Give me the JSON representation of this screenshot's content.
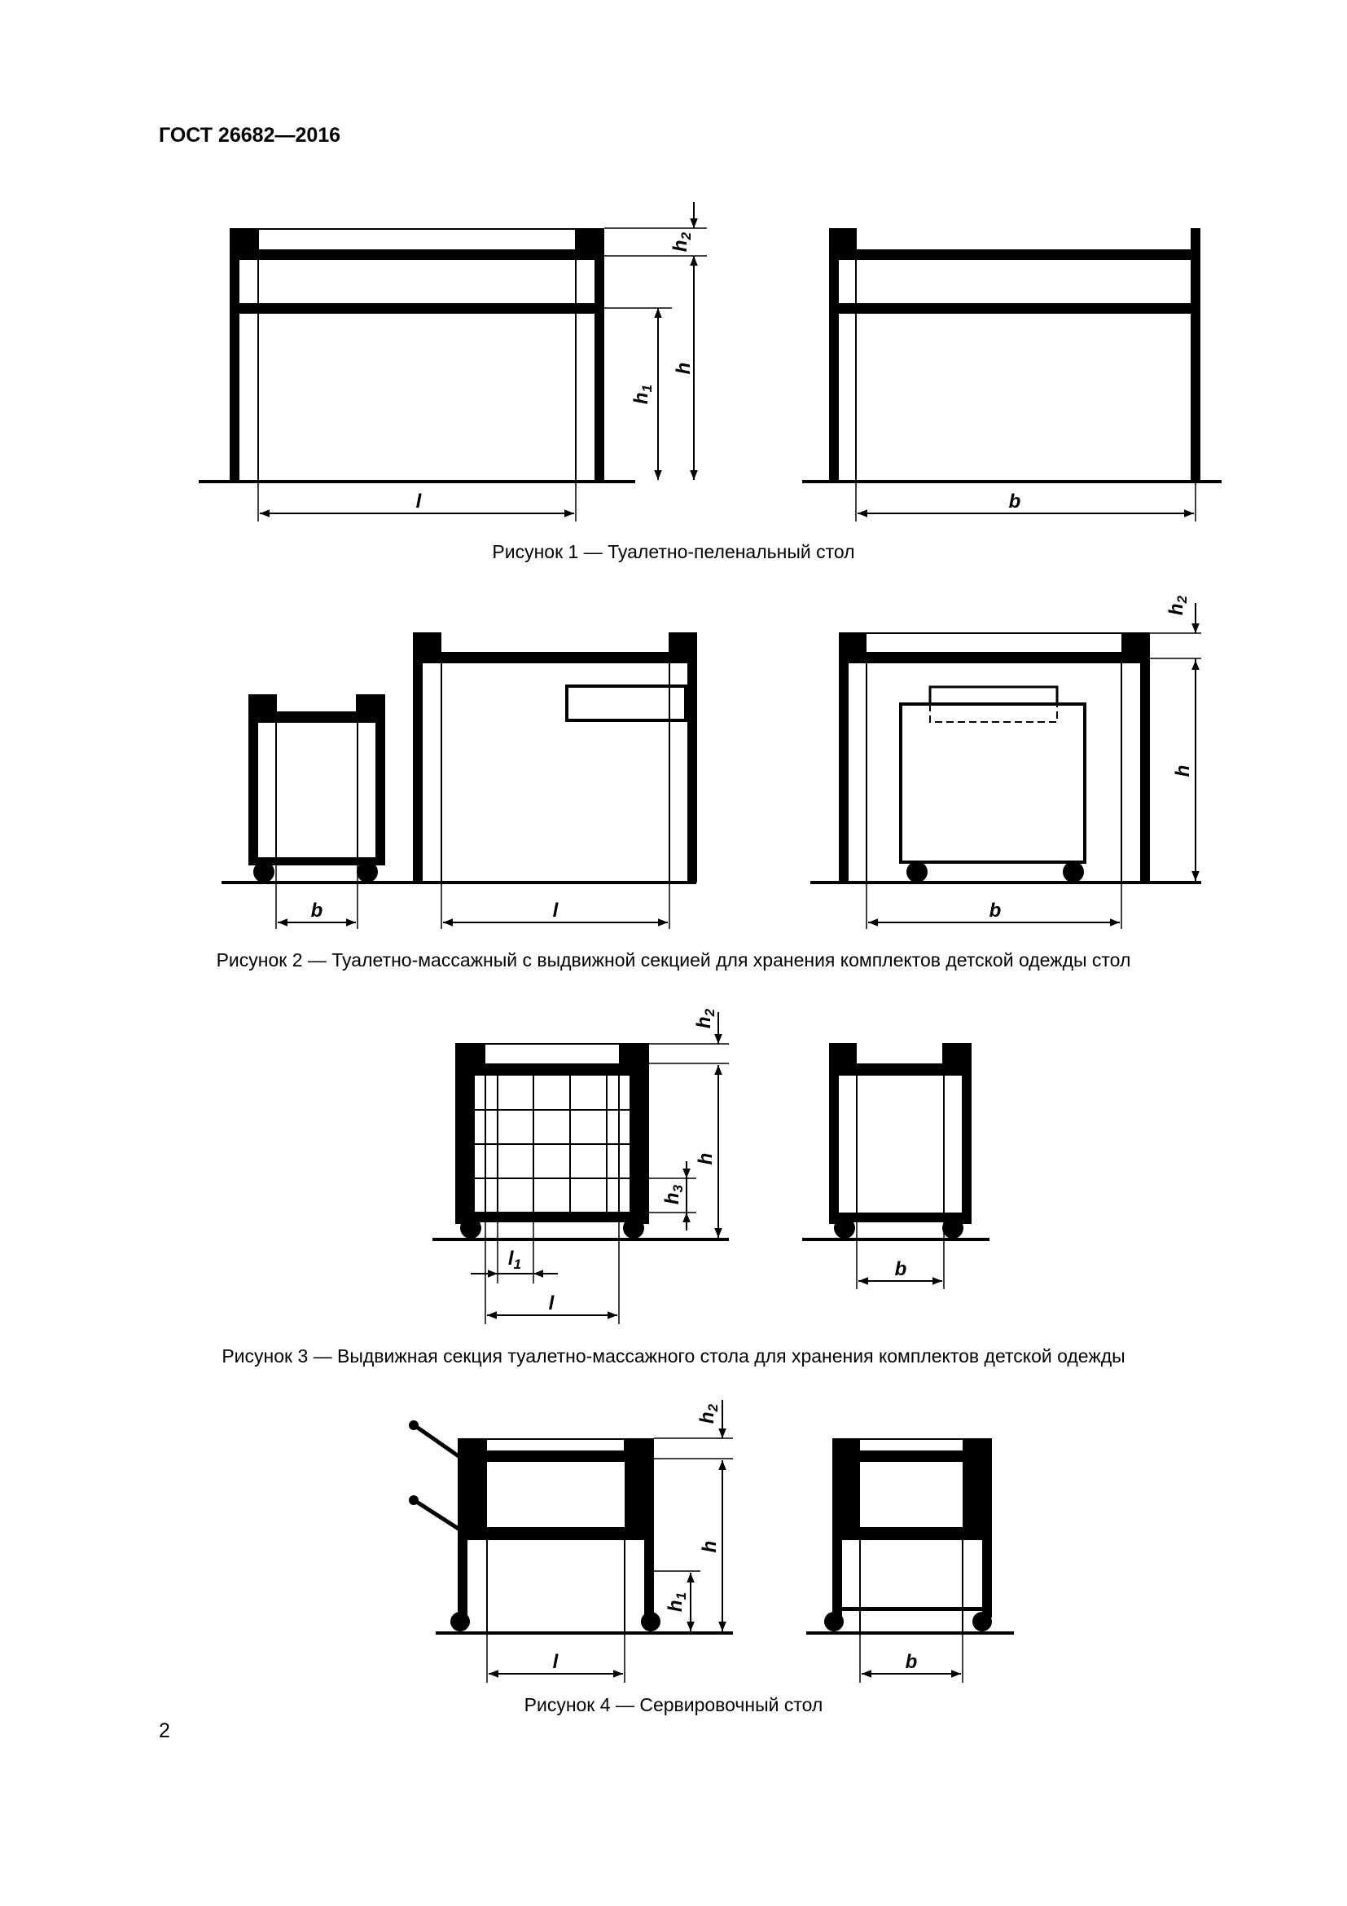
{
  "header": {
    "standard": "ГОСТ 26682—2016"
  },
  "page_number": "2",
  "figures": [
    {
      "caption": "Рисунок 1 — Туалетно-пеленальный стол",
      "labels": {
        "h": "h",
        "h1": "h",
        "h1_sub": "1",
        "h2": "h",
        "h2_sub": "2",
        "l": "l",
        "b": "b"
      }
    },
    {
      "caption": "Рисунок  2 — Туалетно-массажный с выдвижной секцией для хранения комплектов детской одежды стол",
      "labels": {
        "b_side": "b",
        "l": "l",
        "b": "b",
        "h": "h",
        "h2": "h",
        "h2_sub": "2"
      }
    },
    {
      "caption": "Рисунок  3 — Выдвижная секция туалетно-массажного стола для хранения комплектов детской одежды",
      "labels": {
        "h": "h",
        "h2": "h",
        "h2_sub": "2",
        "h3": "h",
        "h3_sub": "3",
        "l1": "l",
        "l1_sub": "1",
        "l": "l",
        "b": "b"
      }
    },
    {
      "caption": "Рисунок 4 — Сервировочный стол",
      "labels": {
        "h": "h",
        "h1": "h",
        "h1_sub": "1",
        "h2": "h",
        "h2_sub": "2",
        "l": "l",
        "b": "b"
      }
    }
  ]
}
